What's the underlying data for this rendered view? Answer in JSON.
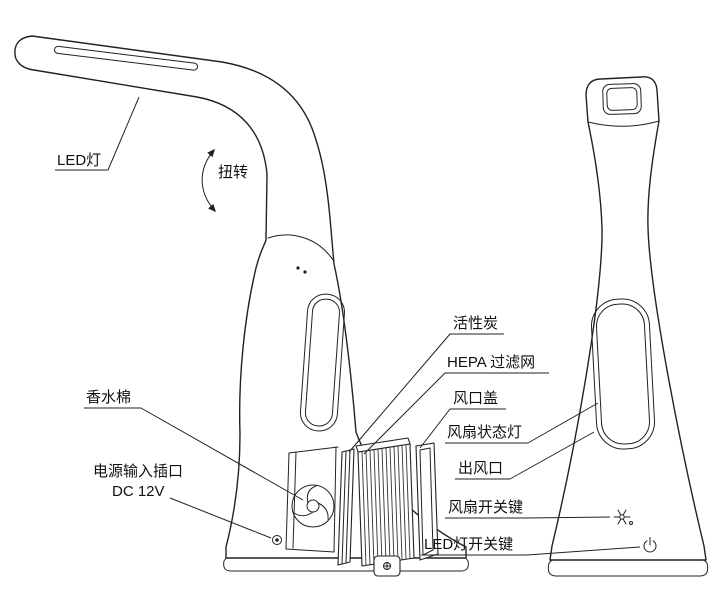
{
  "diagram": {
    "type": "product-callout-diagram",
    "subject": "LED desk lamp with built-in air purifier, side view and rear view",
    "colors": {
      "line": "#222222",
      "background": "#ffffff"
    }
  },
  "labels": {
    "led_light": "LED灯",
    "twist": "扭转",
    "perfume_cotton": "香水棉",
    "power_input_line1": "电源输入插口",
    "power_input_line2": "DC 12V",
    "activated_carbon": "活性炭",
    "hepa_filter": "HEPA 过滤网",
    "air_outlet_cover": "风口盖",
    "fan_status_light": "风扇状态灯",
    "air_outlet": "出风口",
    "fan_switch": "风扇开关键",
    "led_switch": "LED灯开关键"
  },
  "icons": {
    "fan_switch_icon": "fan-asterisk",
    "led_switch_icon": "power-symbol",
    "twist_arrow": "double-headed-curved-arrow"
  }
}
